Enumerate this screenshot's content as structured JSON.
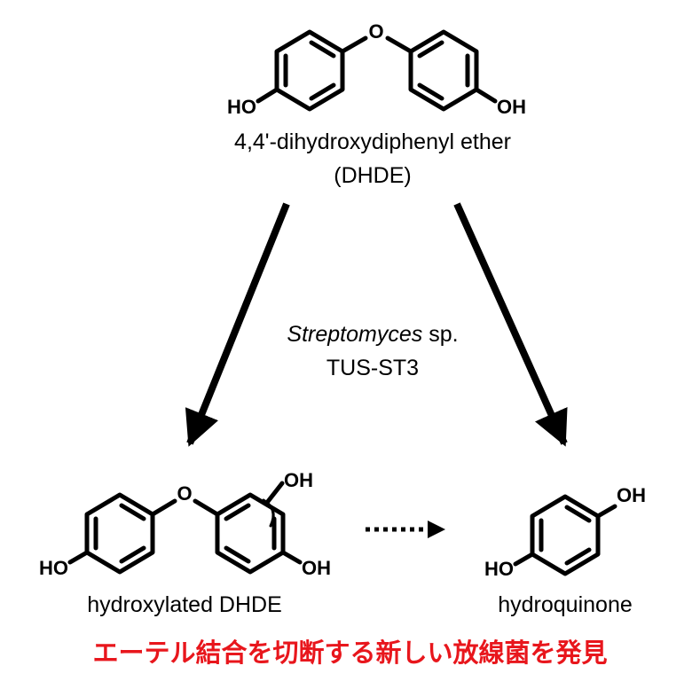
{
  "dhde": {
    "name": "4,4'-dihydroxydiphenyl ether",
    "abbreviation": "(DHDE)",
    "oxygen": "O",
    "hydroxyl_left": "HO",
    "hydroxyl_right": "OH"
  },
  "organism": {
    "genus": "Streptomyces",
    "suffix": " sp.",
    "strain": "TUS-ST3"
  },
  "hydroxylated_dhde": {
    "name": "hydroxylated DHDE",
    "oxygen": "O",
    "hydroxyl_left": "HO",
    "hydroxyl_top": "OH",
    "hydroxyl_bottom": "OH"
  },
  "hydroquinone": {
    "name": "hydroquinone",
    "hydroxyl_left": "HO",
    "hydroxyl_right": "OH"
  },
  "banner": {
    "text": "エーテル結合を切断する新しい放線菌を発見",
    "color": "#e8161c"
  },
  "colors": {
    "ink": "#000000"
  }
}
